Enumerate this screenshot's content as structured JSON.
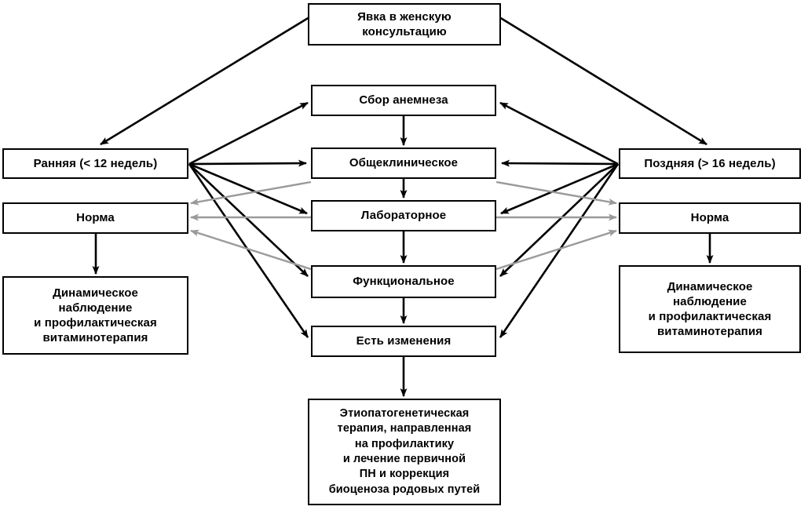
{
  "diagram": {
    "title_text": "Явка в женскую консультацию",
    "type": "flowchart",
    "colors": {
      "box_border": "#000000",
      "box_fill": "#ffffff",
      "arrow_primary": "#000000",
      "arrow_secondary": "#9a9a9a",
      "text": "#000000"
    },
    "nodes": {
      "entry": "Явка в женскую\nконсультацию",
      "early": "Ранняя (< 12 недель)",
      "late": "Поздняя (> 16 недель)",
      "norm_left": "Норма",
      "norm_right": "Норма",
      "dynamic_left": "Динамическое\nнаблюдение\nи профилактическая\nвитаминотерапия",
      "dynamic_right": "Динамическое\nнаблюдение\nи профилактическая\nвитаминотерапия",
      "anamnesis": "Сбор анемнеза",
      "clinical": "Общеклиническое",
      "laboratory": "Лабораторное",
      "functional": "Функциональное",
      "changes": "Есть изменения",
      "therapy": "Этиопатогенетическая\nтерапия, направленная\nна профилактику\nи лечение первичной\nПН и коррекция\nбиоценоза родовых путей"
    },
    "edges": [
      {
        "from": "entry",
        "to": "early",
        "style": "solid-black"
      },
      {
        "from": "entry",
        "to": "late",
        "style": "solid-black"
      },
      {
        "from": "early",
        "to": "anamnesis",
        "style": "solid-black"
      },
      {
        "from": "early",
        "to": "clinical",
        "style": "solid-black"
      },
      {
        "from": "early",
        "to": "laboratory",
        "style": "solid-black"
      },
      {
        "from": "early",
        "to": "functional",
        "style": "solid-black"
      },
      {
        "from": "early",
        "to": "changes",
        "style": "solid-black"
      },
      {
        "from": "late",
        "to": "anamnesis",
        "style": "solid-black"
      },
      {
        "from": "late",
        "to": "clinical",
        "style": "solid-black"
      },
      {
        "from": "late",
        "to": "laboratory",
        "style": "solid-black"
      },
      {
        "from": "late",
        "to": "functional",
        "style": "solid-black"
      },
      {
        "from": "late",
        "to": "changes",
        "style": "solid-black"
      },
      {
        "from": "anamnesis",
        "to": "clinical",
        "style": "solid-black"
      },
      {
        "from": "clinical",
        "to": "laboratory",
        "style": "solid-black"
      },
      {
        "from": "laboratory",
        "to": "functional",
        "style": "solid-black"
      },
      {
        "from": "functional",
        "to": "changes",
        "style": "solid-black"
      },
      {
        "from": "changes",
        "to": "therapy",
        "style": "solid-black"
      },
      {
        "from": "clinical",
        "to": "norm_left",
        "style": "gray"
      },
      {
        "from": "laboratory",
        "to": "norm_left",
        "style": "gray"
      },
      {
        "from": "functional",
        "to": "norm_left",
        "style": "gray"
      },
      {
        "from": "clinical",
        "to": "norm_right",
        "style": "gray"
      },
      {
        "from": "laboratory",
        "to": "norm_right",
        "style": "gray"
      },
      {
        "from": "functional",
        "to": "norm_right",
        "style": "gray"
      },
      {
        "from": "norm_left",
        "to": "dynamic_left",
        "style": "solid-black"
      },
      {
        "from": "norm_right",
        "to": "dynamic_right",
        "style": "solid-black"
      }
    ]
  }
}
